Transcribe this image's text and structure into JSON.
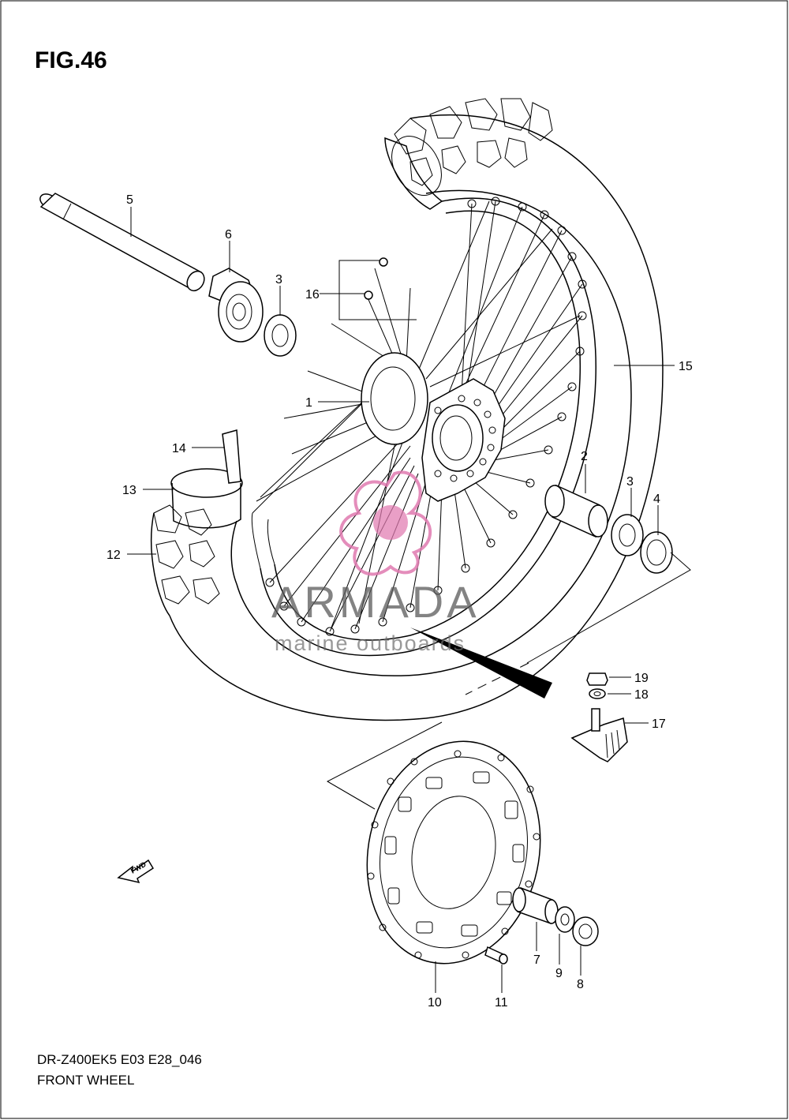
{
  "figure": {
    "title": "FIG.46",
    "model_code": "DR-Z400EK5 E03 E28_046",
    "section_name": "FRONT WHEEL",
    "fwd_label": "FWD"
  },
  "watermark": {
    "name": "ARMADA",
    "tagline": "marine outboards",
    "accent_color": "#e07ab0"
  },
  "callouts": [
    "1",
    "2",
    "3",
    "3",
    "4",
    "5",
    "6",
    "7",
    "8",
    "9",
    "10",
    "11",
    "12",
    "13",
    "14",
    "15",
    "16",
    "17",
    "18",
    "19"
  ],
  "icons": [
    "fwd-arrow-icon",
    "armada-logo-icon"
  ]
}
